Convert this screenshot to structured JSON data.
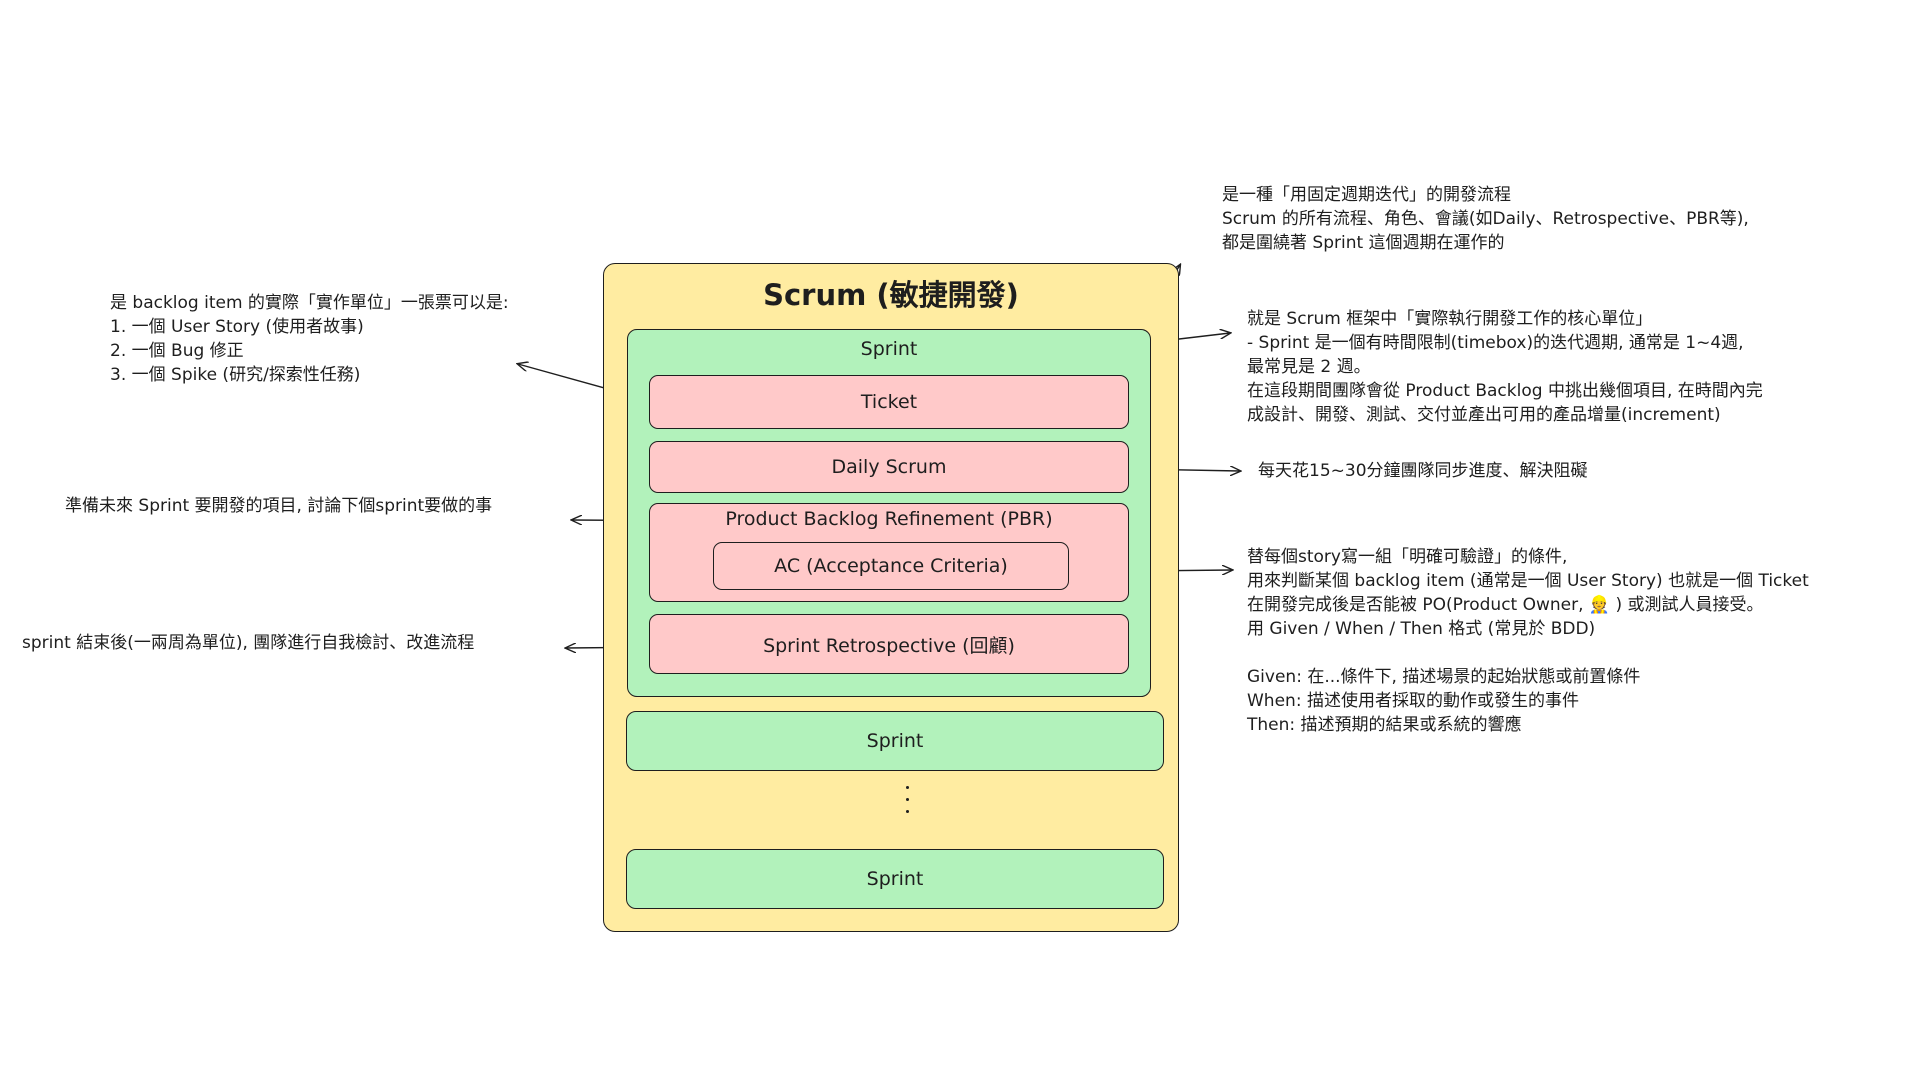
{
  "diagram": {
    "title": "Scrum (敏捷開發)",
    "sprint_main_label": "Sprint",
    "ticket_label": "Ticket",
    "daily_scrum_label": "Daily Scrum",
    "pbr_label": "Product Backlog Refinement (PBR)",
    "ac_label": "AC (Acceptance Criteria)",
    "retro_label": "Sprint Retrospective (回顧)",
    "sprint_2_label": "Sprint",
    "sprint_n_label": "Sprint"
  },
  "notes": {
    "scrum": [
      "是一種「用固定週期迭代」的開發流程",
      "Scrum 的所有流程、角色、會議(如Daily、Retrospective、PBR等),",
      "都是圍繞著 Sprint 這個週期在運作的"
    ],
    "sprint": [
      "就是 Scrum 框架中「實際執行開發工作的核心單位」",
      "- Sprint 是一個有時間限制(timebox)的迭代週期, 通常是 1~4週,",
      "最常見是 2 週。",
      "在這段期間團隊會從 Product Backlog 中挑出幾個項目, 在時間內完",
      "成設計、開發、測試、交付並產出可用的產品增量(increment)"
    ],
    "ticket": [
      "是 backlog item 的實際「實作單位」一張票可以是:",
      "1. 一個 User Story (使用者故事)",
      "2. 一個 Bug 修正",
      "3. 一個 Spike (研究/探索性任務)"
    ],
    "daily": "每天花15~30分鐘團隊同步進度、解決阻礙",
    "pbr": "準備未來 Sprint 要開發的項目, 討論下個sprint要做的事",
    "retro": "sprint 結束後(一兩周為單位), 團隊進行自我檢討、改進流程",
    "ac": [
      "替每個story寫一組「明確可驗證」的條件,",
      "用來判斷某個 backlog item (通常是一個 User Story) 也就是一個 Ticket",
      "在開發完成後是否能被 PO(Product Owner, 👷 ) 或測試人員接受。",
      "用 Given / When / Then 格式 (常見於 BDD)",
      "",
      "Given: 在...條件下, 描述場景的起始狀態或前置條件",
      "When: 描述使用者採取的動作或發生的事件",
      "Then: 描述預期的結果或系統的響應"
    ]
  }
}
